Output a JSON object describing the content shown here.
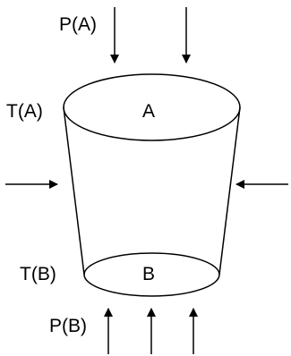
{
  "labels": {
    "top_surface": "A",
    "bottom_surface": "B",
    "top_pressure": "P(A)",
    "bottom_pressure": "P(B)",
    "top_tension": "T(A)",
    "bottom_tension": "T(B)"
  },
  "colors": {
    "stroke": "#000000",
    "background": "#ffffff"
  }
}
